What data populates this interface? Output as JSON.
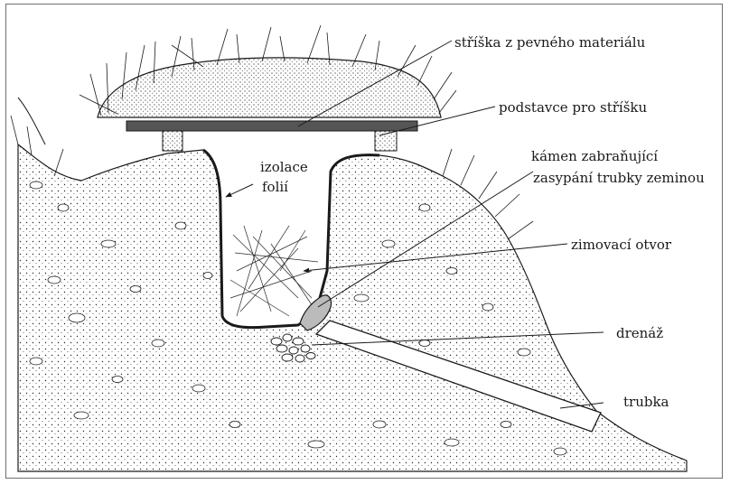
{
  "labels": {
    "roof": "stříška z pevného materiálu",
    "supports": "podstavce pro stříšku",
    "insulation_line1": "izolace",
    "insulation_line2": "folií",
    "stone_line1": "kámen zabraňující",
    "stone_line2": "zasypání trubky zeminou",
    "winter_opening": "zimovací otvor",
    "drainage": "drenáž",
    "pipe": "trubka"
  },
  "colors": {
    "ink": "#1a1a1a",
    "frame": "#6f6f6f",
    "paper": "#ffffff",
    "soil_fill": "#fafafa"
  }
}
